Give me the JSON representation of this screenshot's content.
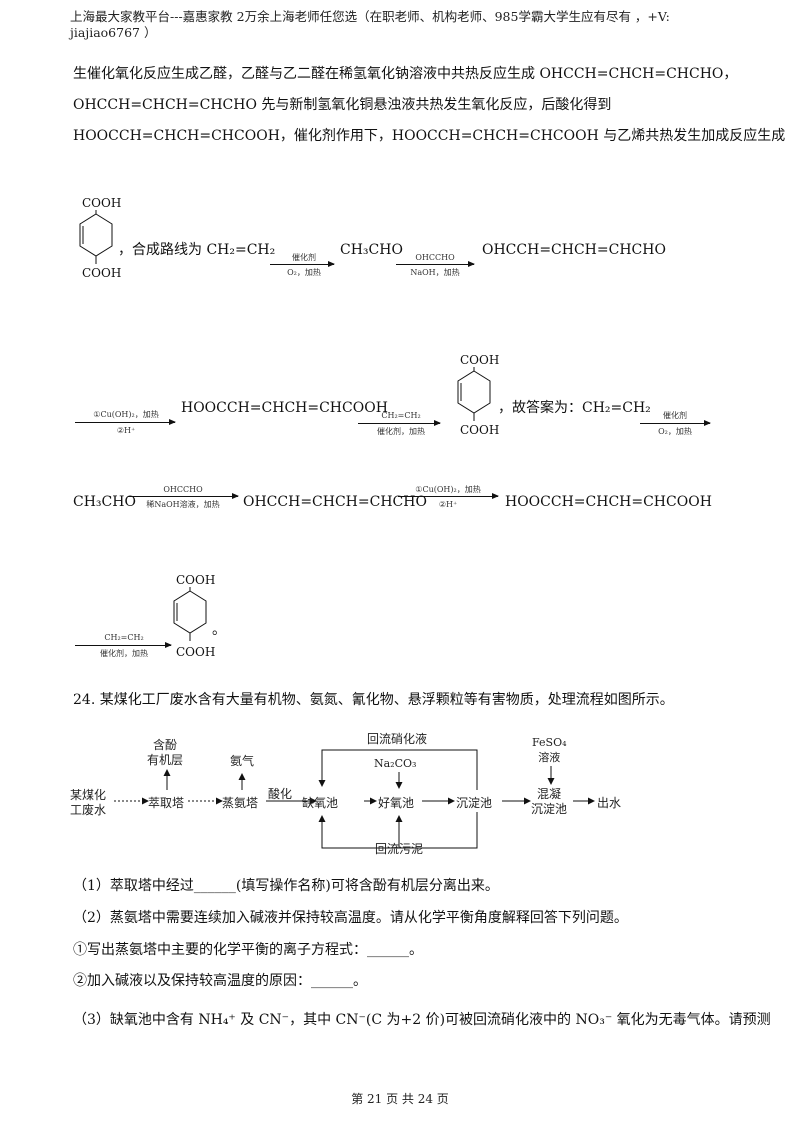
{
  "header": {
    "line1": "上海最大家教平台---嘉惠家教    2万余上海老师任您选（在职老师、机构老师、985学霸大学生应有尽有  ，+V:",
    "line2": "jiajiao6767 ）"
  },
  "solution": {
    "p1": "生催化氧化反应生成乙醛，乙醛与乙二醛在稀氢氧化钠溶液中共热反应生成 OHCCH=CHCH=CHCHO，",
    "p2": "OHCCH=CHCH=CHCHO 先与新制氢氧化铜悬浊液共热发生氧化反应，后酸化得到",
    "p3": "HOOCCH=CHCH=CHCOOH，催化剂作用下，HOOCCH=CHCH=CHCOOH 与乙烯共热发生加成反应生成",
    "cooh": "COOH",
    "route_intro": "，合成路线为 CH₂=CH₂",
    "answer_intro": "，故答案为：CH₂=CH₂",
    "period": "。",
    "ch3cho": "CH₃CHO",
    "dialdehyde": "OHCCH=CHCH=CHCHO",
    "diacid": "HOOCCH=CHCH=CHCOOH",
    "cond_catalyst": "催化剂",
    "cond_o2_heat": "O₂，加热",
    "cond_ohccho": "OHCCHO",
    "cond_naoh_heat": "NaOH，加热",
    "cond_dilute_naoh": "稀NaOH溶液，加热",
    "cond_cuoh2": "①Cu(OH)₂，加热",
    "cond_h": "②H⁺",
    "cond_ethylene": "CH₂=CH₂",
    "cond_cat_heat": "催化剂，加热"
  },
  "question24": {
    "title": "24. 某煤化工厂废水含有大量有机物、氨氮、氰化物、悬浮颗粒等有害物质，处理流程如图所示。",
    "flow": {
      "source": [
        "某煤化",
        "工废水"
      ],
      "extract": "萃取塔",
      "phenol": [
        "含酚",
        "有机层"
      ],
      "strip": "蒸氨塔",
      "ammonia": "氨气",
      "acidify": "酸化",
      "anoxic": "缺氧池",
      "oxic": "好氧池",
      "na2co3": "Na₂CO₃",
      "settle": "沉淀池",
      "feso4": [
        "FeSO₄",
        "溶液"
      ],
      "coag": [
        "混凝",
        "沉淀池"
      ],
      "outlet": "出水",
      "reflux_nitrate": "回流硝化液",
      "reflux_sludge": "回流污泥"
    },
    "q1": "（1）萃取塔中经过______(填写操作名称)可将含酚有机层分离出来。",
    "q2": "（2）蒸氨塔中需要连续加入碱液并保持较高温度。请从化学平衡角度解释回答下列问题。",
    "q2a": "①写出蒸氨塔中主要的化学平衡的离子方程式：______。",
    "q2b": "②加入碱液以及保持较高温度的原因：______。",
    "q3": "（3）缺氧池中含有 NH₄⁺ 及 CN⁻，其中 CN⁻(C 为+2 价)可被回流硝化液中的 NO₃⁻ 氧化为无毒气体。请预测"
  },
  "footer": "第 21 页 共 24 页"
}
